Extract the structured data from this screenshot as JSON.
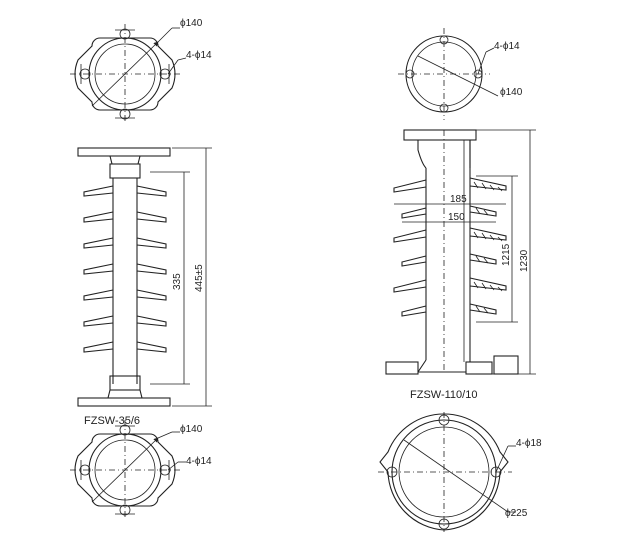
{
  "left": {
    "model_label": "FZSW-35/6",
    "top_flange": {
      "diameter_label": "ϕ140",
      "holes_label": "4-ϕ14"
    },
    "bottom_flange": {
      "diameter_label": "ϕ140",
      "holes_label": "4-ϕ14"
    },
    "dim_inner_label": "335",
    "dim_outer_label": "445±5"
  },
  "right": {
    "model_label": "FZSW-110/10",
    "top_flange": {
      "holes_label": "4-ϕ14",
      "diameter_label": "ϕ140"
    },
    "bottom_flange": {
      "holes_label": "4-ϕ18",
      "diameter_label": "ϕ225"
    },
    "dim_shed_large_label": "185",
    "dim_shed_small_label": "150",
    "dim_inner_label": "1215",
    "dim_outer_label": "1230"
  }
}
